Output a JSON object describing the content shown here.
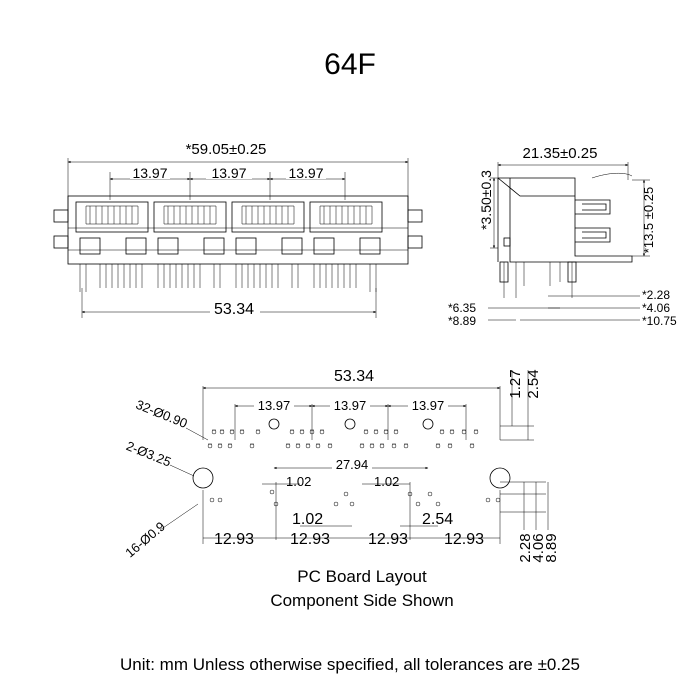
{
  "title": "64F",
  "front_view": {
    "overall_width": "*59.05±0.25",
    "port_pitches": [
      "13.97",
      "13.97",
      "13.97"
    ],
    "pin_span": "53.34"
  },
  "side_view": {
    "depth": "21.35±0.25",
    "height": "*3.50±0.3",
    "body_height": "*13.5 ±0.25",
    "dims_right": [
      "*2.28",
      "*4.06",
      "*10.75"
    ],
    "dims_left": [
      "*6.35",
      "*8.89"
    ]
  },
  "pcb_layout": {
    "overall_span": "53.34",
    "top_pitches": [
      "13.97",
      "13.97",
      "13.97"
    ],
    "right_dims_top": [
      "1.27",
      "2.54"
    ],
    "hole_note_32": "32-Ø0.90",
    "hole_note_2": "2-Ø3.25",
    "hole_note_16": "16-Ø0.9",
    "mid_span": "27.94",
    "small_dim_a": "1.02",
    "small_dim_b": "1.02",
    "small_dim_c": "1.02",
    "small_dim_d": "2.54",
    "bottom_pitches": [
      "12.93",
      "12.93",
      "12.93",
      "12.93"
    ],
    "right_dims_bottom": [
      "2.28",
      "4.06",
      "8.89"
    ]
  },
  "caption_line1": "PC Board Layout",
  "caption_line2": "Component Side Shown",
  "footer_note": "Unit: mm Unless otherwise specified, all tolerances are ±0.25"
}
